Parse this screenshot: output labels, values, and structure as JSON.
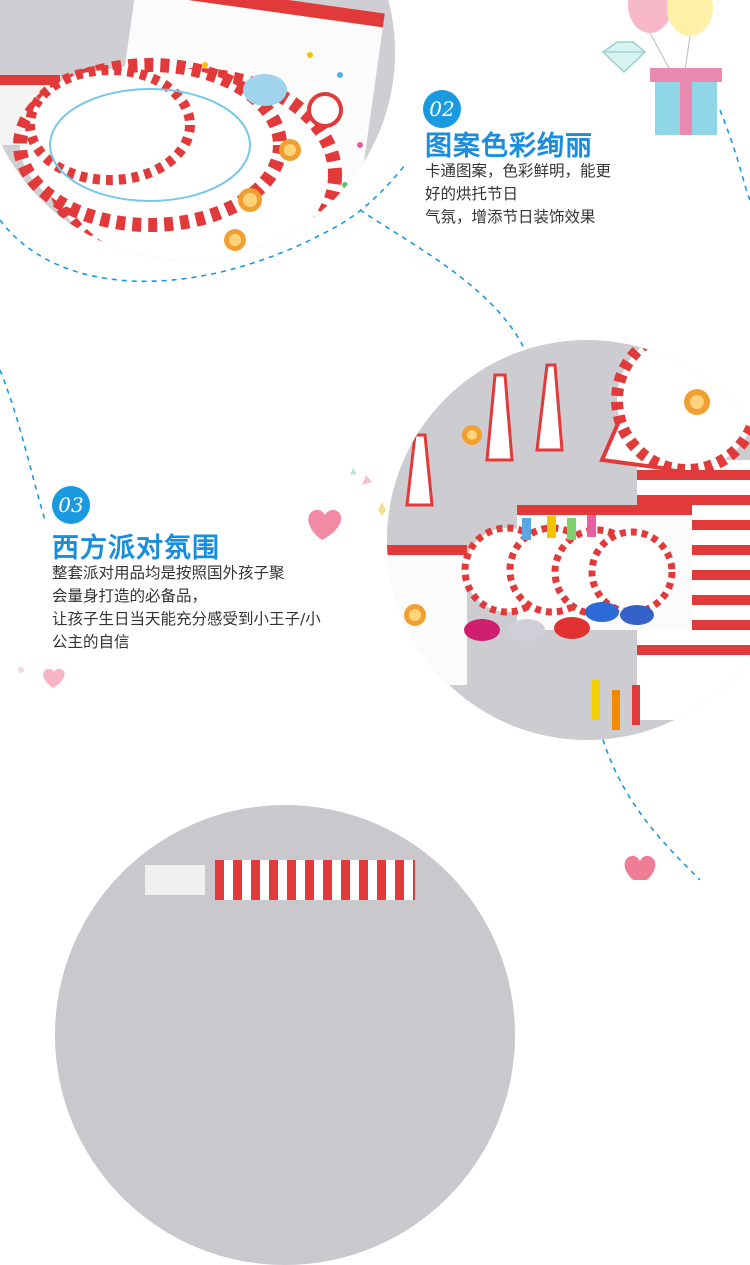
{
  "section_02": {
    "number": "02",
    "title": "图案色彩绚丽",
    "lines": [
      "卡通图案，色彩鲜明，能更",
      "好的烘托节日",
      "气氛，增添节日装饰效果"
    ]
  },
  "section_03": {
    "number": "03",
    "title": "西方派对氛围",
    "lines": [
      "整套派对用品均是按照国外孩子聚",
      "会量身打造的必备品，",
      "让孩子生日当天能充分感受到小王子/小",
      "公主的自信"
    ]
  },
  "colors": {
    "accent_blue": "#1a8ddd",
    "party_red": "#e23a3a",
    "table_gray": "#c9c9cd",
    "text": "#333333"
  }
}
